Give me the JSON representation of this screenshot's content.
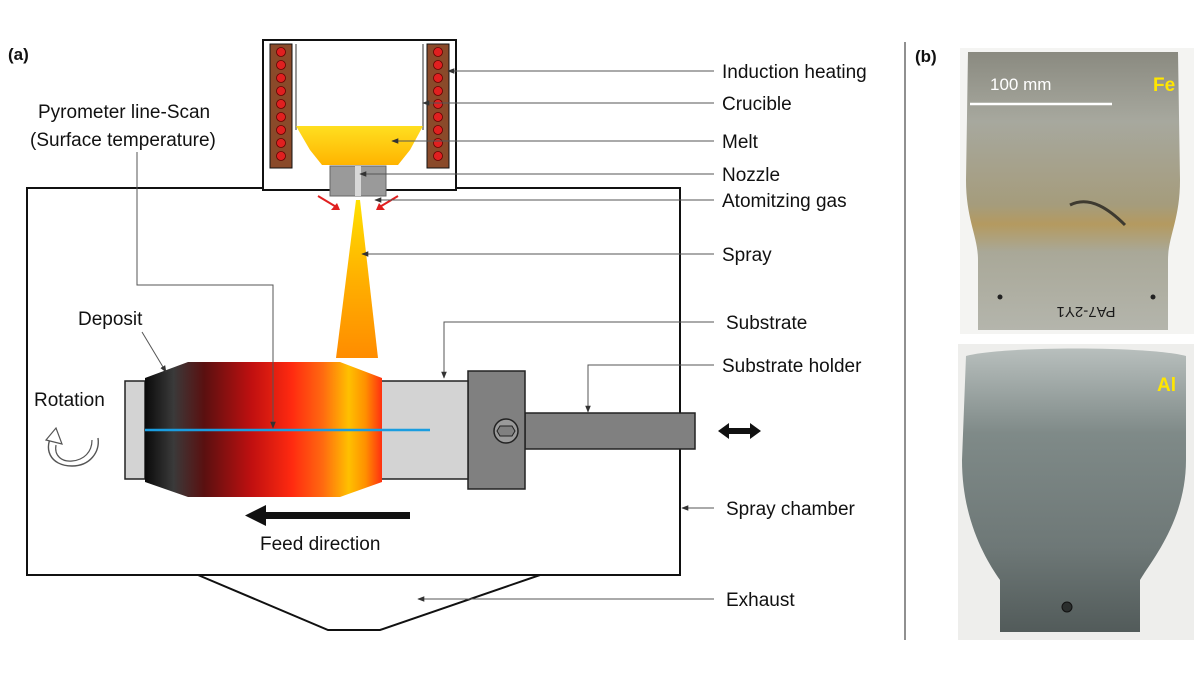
{
  "panels": {
    "a": "(a)",
    "b": "(b)"
  },
  "labels": {
    "induction_heating": "Induction heating",
    "crucible": "Crucible",
    "melt": "Melt",
    "nozzle": "Nozzle",
    "atomizing_gas": "Atomitzing gas",
    "spray": "Spray",
    "substrate": "Substrate",
    "substrate_holder": "Substrate holder",
    "spray_chamber": "Spray chamber",
    "exhaust": "Exhaust",
    "pyrometer_line1": "Pyrometer line-Scan",
    "pyrometer_line2": "(Surface temperature)",
    "deposit": "Deposit",
    "rotation": "Rotation",
    "feed_direction": "Feed direction"
  },
  "photos": {
    "fe": {
      "element": "Fe",
      "scale": "100 mm",
      "inscription": "PA7-2Y1"
    },
    "al": {
      "element": "Al"
    }
  },
  "colors": {
    "coil": "#c0392b",
    "melt": "#ffd21a",
    "scan_line": "#1a9de0",
    "nozzle": "#9a9a9a",
    "gas_arrow": "#e02020",
    "element_label": "#ffe600"
  }
}
